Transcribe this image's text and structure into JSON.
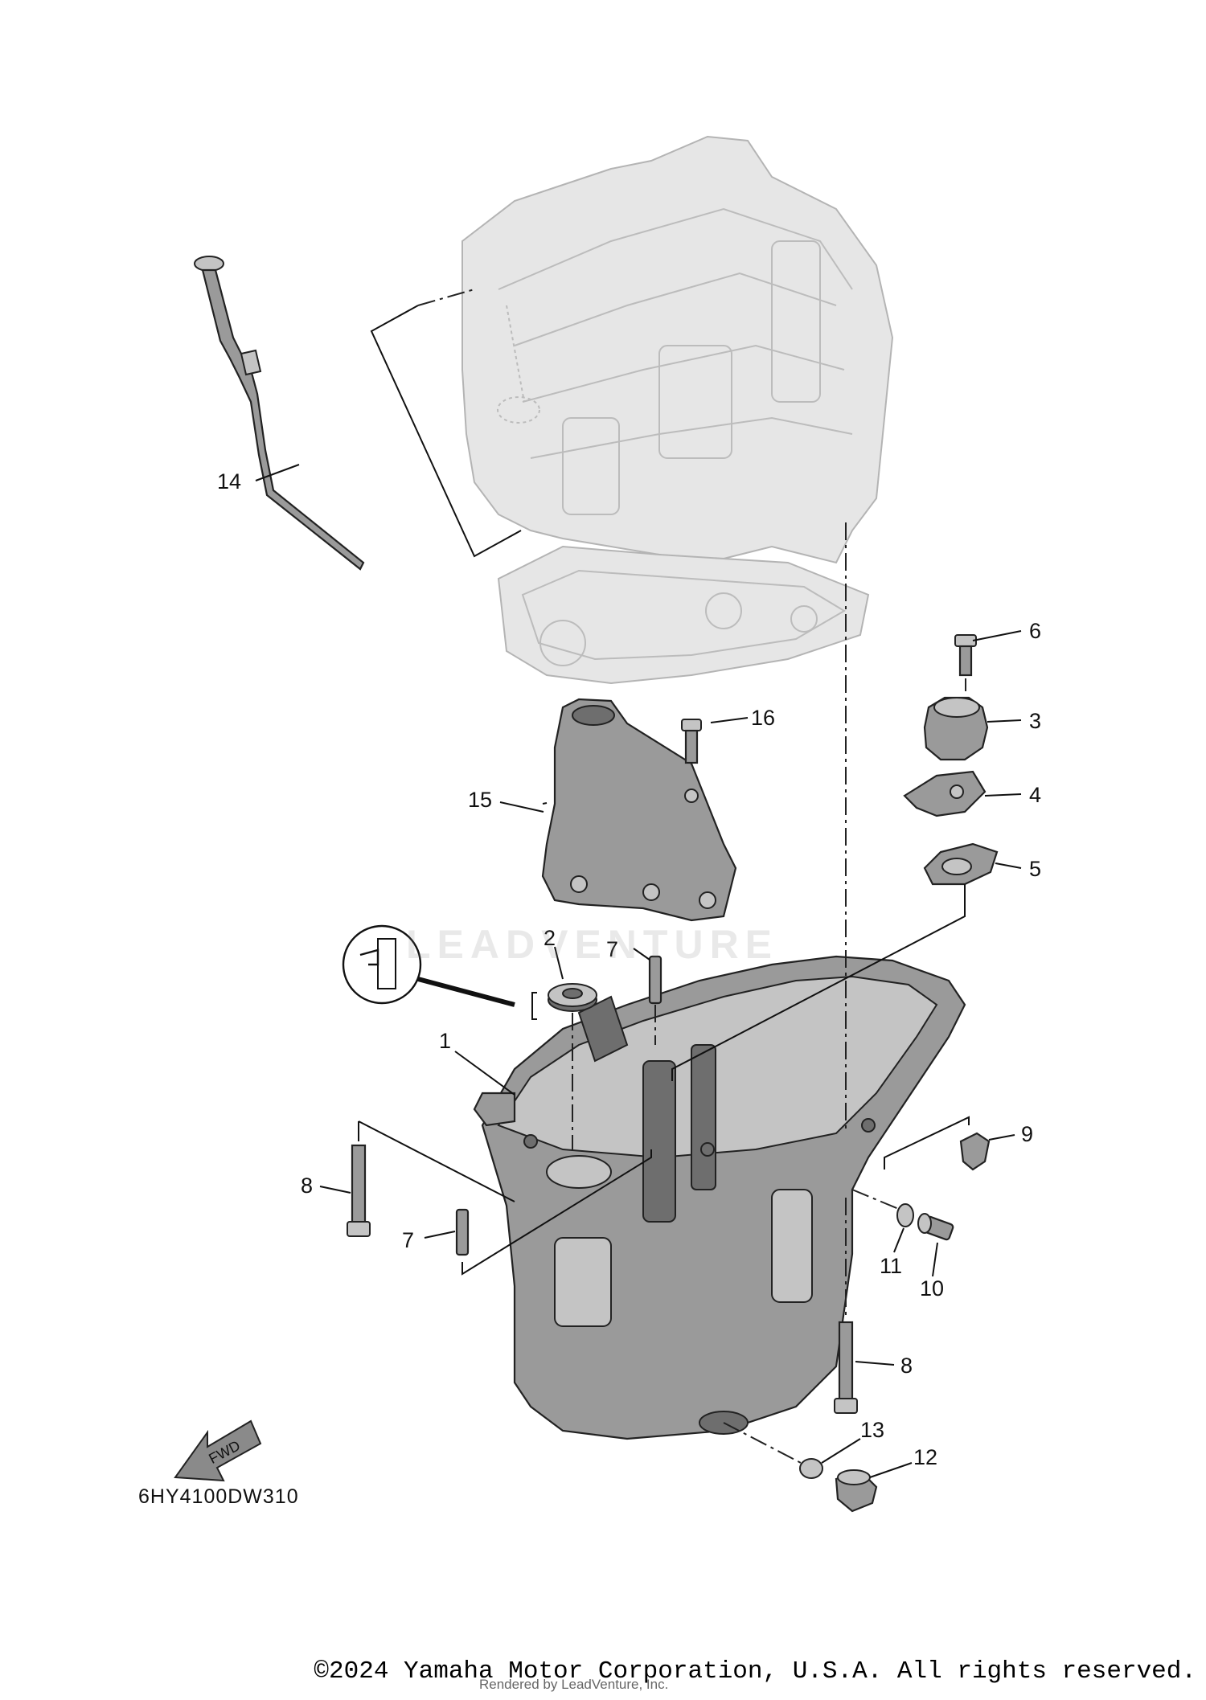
{
  "diagram": {
    "code": "6HY4100DW310",
    "watermark": "LEADVENTURE",
    "copyright": "©2024 Yamaha Motor Corporation, U.S.A. All rights reserved.",
    "renderer": "Rendered by LeadVenture, Inc.",
    "direction_label": "FWD",
    "callouts": [
      "1",
      "2",
      "3",
      "4",
      "5",
      "6",
      "7",
      "7",
      "8",
      "8",
      "9",
      "10",
      "11",
      "12",
      "13",
      "14",
      "15",
      "16"
    ]
  },
  "colors": {
    "ink": "#111111",
    "ghost_fill": "#e6e6e6",
    "part_fill": "#9a9a9a"
  },
  "icons": [
    "fwd-arrow-icon",
    "detail-magnifier-icon"
  ]
}
